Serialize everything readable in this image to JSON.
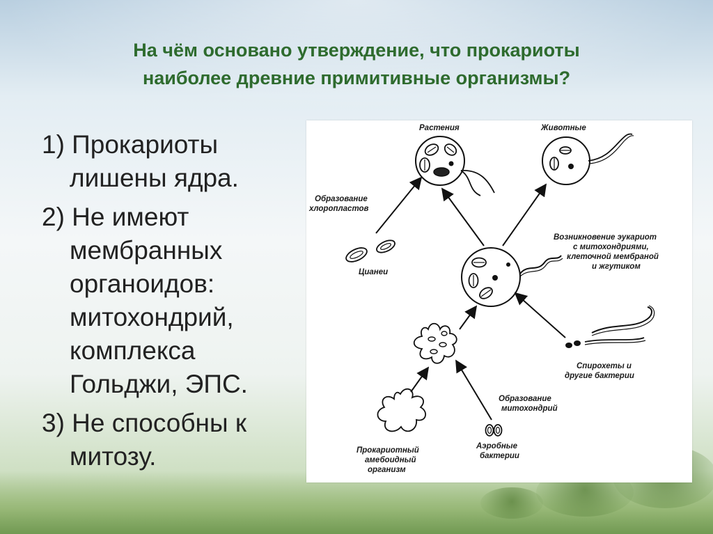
{
  "slide": {
    "title_line1": "На чём основано утверждение, что прокариоты",
    "title_line2": "наиболее древние примитивные организмы?",
    "points": [
      "1) Прокариоты лишены ядра.",
      "2) Не имеют мембранных органоидов: митохондрий, комплекса Гольджи, ЭПС.",
      "3) Не способны к митозу."
    ]
  },
  "diagram": {
    "plants": "Растения",
    "animals": "Животные",
    "chloroplast_line1": "Образование",
    "chloroplast_line2": "хлоропластов",
    "cyanea": "Цианеи",
    "eukaryote_line1": "Возникновение эукариот",
    "eukaryote_line2": "с митохондриями,",
    "eukaryote_line3": "клеточной мембраной",
    "eukaryote_line4": "и жгутиком",
    "spirochete_line1": "Спирохеты и",
    "spirochete_line2": "другие бактерии",
    "mito_line1": "Образование",
    "mito_line2": "митохондрий",
    "aerobic_line1": "Аэробные",
    "aerobic_line2": "бактерии",
    "prokaryote_line1": "Прокариотный",
    "prokaryote_line2": "амебоидный",
    "prokaryote_line3": "организм"
  }
}
